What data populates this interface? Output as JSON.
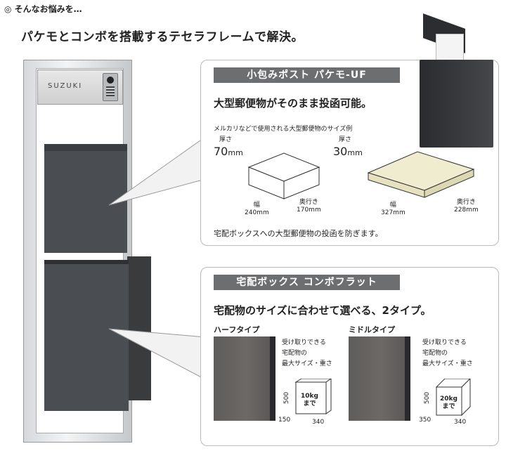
{
  "header": {
    "intro": "◎ そんなお悩みを…",
    "headline": "パケモとコンボを搭載するテセラフレームで解決。"
  },
  "product": {
    "nameplate": "SUZUKI"
  },
  "top_panel": {
    "band": "小包みポスト パケモ-UF",
    "heading": "大型郵便物がそのまま投函可能。",
    "caption": "メルカリなどで使用される大型郵便物のサイズ例",
    "items": [
      {
        "thick_label": "厚さ",
        "thick_value": "70",
        "unit": "mm",
        "width_label": "幅",
        "width": "240mm",
        "depth_label": "奥行き",
        "depth": "170mm"
      },
      {
        "thick_label": "厚さ",
        "thick_value": "30",
        "unit": "mm",
        "width_label": "幅",
        "width": "327mm",
        "depth_label": "奥行き",
        "depth": "228mm"
      }
    ],
    "note": "宅配ボックスへの大型郵便物の投函を防ぎます。"
  },
  "bottom_panel": {
    "band": "宅配ボックス コンボフラット",
    "heading": "宅配物のサイズに合わせて選べる、2タイプ。",
    "types": [
      {
        "name": "ハーフタイプ",
        "desc1": "受け取りできる",
        "desc2": "宅配物の",
        "desc3": "最大サイズ・重さ",
        "height": "500",
        "depth": "150",
        "width": "340",
        "weight": "10kg",
        "weight_suffix": "まで"
      },
      {
        "name": "ミドルタイプ",
        "desc1": "受け取りできる",
        "desc2": "宅配物の",
        "desc3": "最大サイズ・重さ",
        "height": "500",
        "depth": "350",
        "width": "340",
        "weight": "20kg",
        "weight_suffix": "まで"
      }
    ]
  },
  "colors": {
    "band": "#6d6e70",
    "box": "#615f5d",
    "flat": "#efeccf"
  }
}
